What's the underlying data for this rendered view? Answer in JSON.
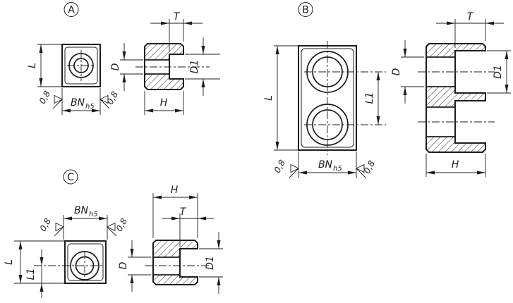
{
  "colors": {
    "line": "#1d1d1b",
    "background": "#ffffff"
  },
  "variants": [
    {
      "label": "A"
    },
    {
      "label": "B"
    },
    {
      "label": "C"
    }
  ],
  "labels": {
    "overall_length": "L",
    "hole_position": "L1",
    "block_width": "BN",
    "width_tolerance": "h5",
    "block_height": "H",
    "counterbore_depth": "T",
    "through_hole_diameter": "D",
    "counterbore_diameter": "D1",
    "surface_roughness": "0,8"
  }
}
